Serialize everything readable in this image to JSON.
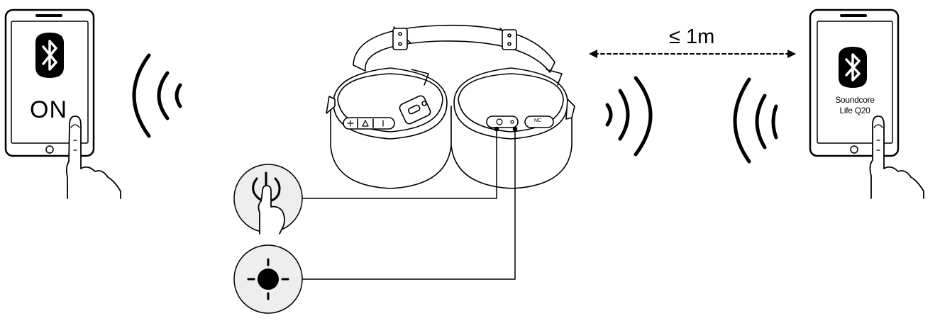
{
  "left_phone": {
    "bluetooth_status": "ON",
    "icon": "bluetooth-icon"
  },
  "distance": {
    "label": "≤ 1m"
  },
  "right_phone": {
    "device_name_line1": "Soundcore",
    "device_name_line2": "Life Q20",
    "icon": "bluetooth-icon"
  },
  "headphones": {
    "nc_button_label": "NC"
  },
  "callouts": [
    {
      "icon": "power-icon"
    },
    {
      "icon": "led-indicator-icon"
    }
  ],
  "colors": {
    "line": "#000000",
    "callout_fill": "#eeeeee",
    "background": "#ffffff"
  }
}
